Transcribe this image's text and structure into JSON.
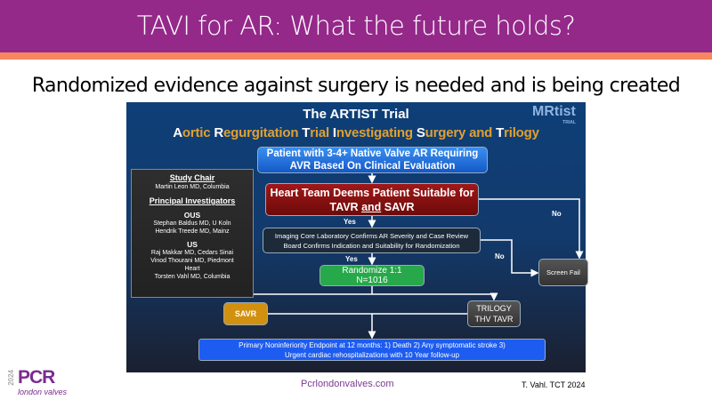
{
  "header": {
    "title": "TAVI for AR: What the future holds?"
  },
  "subtitle": "Randomized evidence against surgery is needed and is being created",
  "slide": {
    "title": "The ARTIST Trial",
    "acronym": [
      {
        "cap": "A",
        "rest": "ortic "
      },
      {
        "cap": "R",
        "rest": "egurgitation "
      },
      {
        "cap": "T",
        "rest": "rial "
      },
      {
        "cap": "I",
        "rest": "nvestigating "
      },
      {
        "cap": "S",
        "rest": "urgery and "
      },
      {
        "cap": "T",
        "rest": "rilogy"
      }
    ],
    "logo": {
      "text": "MRtist",
      "sub": "TRIAL"
    },
    "patient": {
      "l1": "Patient with 3-4+ Native Valve AR Requiring",
      "l2": "AVR Based On Clinical Evaluation"
    },
    "heart_team": {
      "l1": "Heart Team Deems Patient Suitable for",
      "l2a": "TAVR ",
      "l2b": "and",
      "l2c": " SAVR"
    },
    "imaging": {
      "l1": "Imaging Core Laboratory Confirms AR Severity and Case Review",
      "l2": "Board Confirms Indication and Suitability for Randomization"
    },
    "randomize": {
      "l1": "Randomize 1:1",
      "l2": "N=1016"
    },
    "screen_fail": "Screen Fail",
    "savr": "SAVR",
    "trilogy": {
      "l1": "TRILOGY",
      "l2": "THV TAVR"
    },
    "endpoint": {
      "l1": "Primary Noninferiority Endpoint at 12 months: 1) Death 2) Any symptomatic stroke 3)",
      "l2": "Urgent cardiac rehospitalizations with 10 Year follow-up"
    },
    "labels": {
      "yes": "Yes",
      "no": "No"
    },
    "chair": {
      "study_chair": "Study Chair",
      "chair_name": "Martin Leon MD, Columbia",
      "pi": "Principal Investigators",
      "ous": "OUS",
      "ous1": "Stephan Baldus MD, U Koln",
      "ous2": "Hendrik Treede MD, Mainz",
      "us": "US",
      "us1": "Raj Makkar MD, Cedars Sinai",
      "us2": "Vinod Thourani MD, Piedmont Heart",
      "us3": "Torsten Vahl MD, Columbia"
    }
  },
  "footer": {
    "website": "Pcrlondonvalves.com",
    "credit": "T. Vahl. TCT 2024",
    "logo_year": "2024",
    "logo_name": "PCR",
    "logo_sub": "london valves"
  }
}
